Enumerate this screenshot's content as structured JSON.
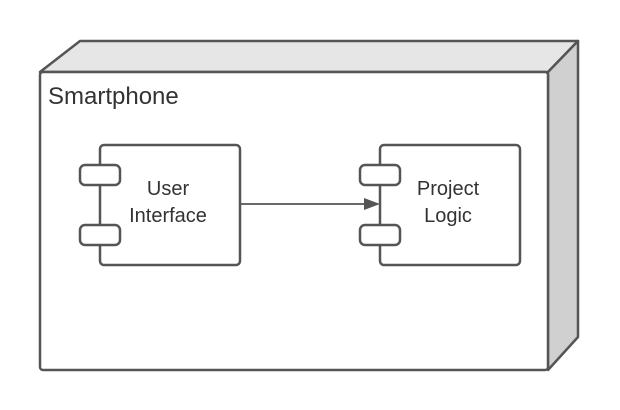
{
  "node": {
    "label": "Smartphone"
  },
  "components": [
    {
      "line1": "User",
      "line2": "Interface"
    },
    {
      "line1": "Project",
      "line2": "Logic"
    }
  ],
  "colors": {
    "stroke": "#555555",
    "node_top_face": "#e6e6e6",
    "node_side_face": "#d0d0d0",
    "fill": "#ffffff",
    "text": "#333333"
  }
}
